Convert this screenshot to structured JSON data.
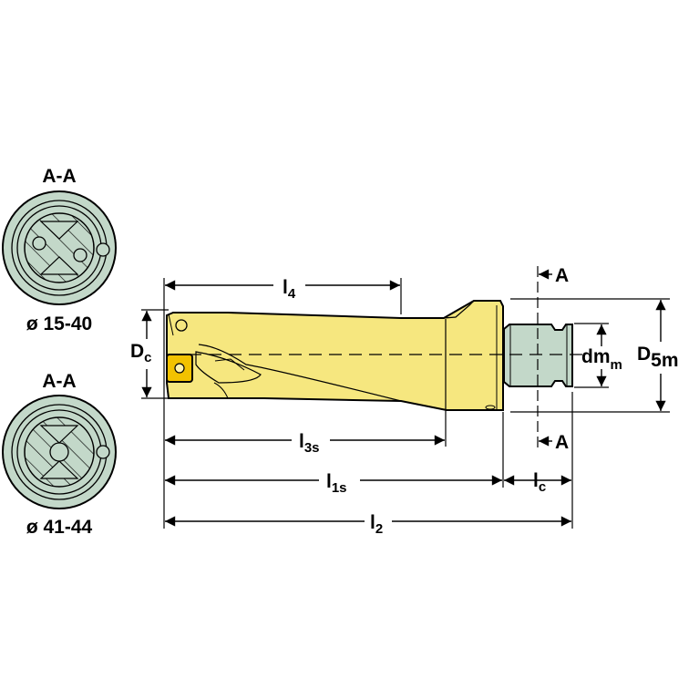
{
  "section_views": [
    {
      "title": "A-A",
      "caption": "ø 15-40"
    },
    {
      "title": "A-A",
      "caption": "ø 41-44"
    }
  ],
  "dimensions": {
    "l4": {
      "main": "l",
      "sub": "4"
    },
    "Dc": {
      "main": "D",
      "sub": "c"
    },
    "dmm": {
      "main": "dm",
      "sub": "m"
    },
    "D5m": {
      "main": "D",
      "sub": "5m"
    },
    "l3s": {
      "main": "l",
      "sub": "3s"
    },
    "l1s": {
      "main": "l",
      "sub": "1s"
    },
    "lc": {
      "main": "l",
      "sub": "c"
    },
    "l2": {
      "main": "l",
      "sub": "2"
    }
  },
  "section_markers": {
    "top": "A",
    "bottom": "A"
  },
  "colors": {
    "body": "#f6e77f",
    "shank": "#c3d8c9",
    "insert": "#f2c200",
    "outline": "#000000"
  }
}
